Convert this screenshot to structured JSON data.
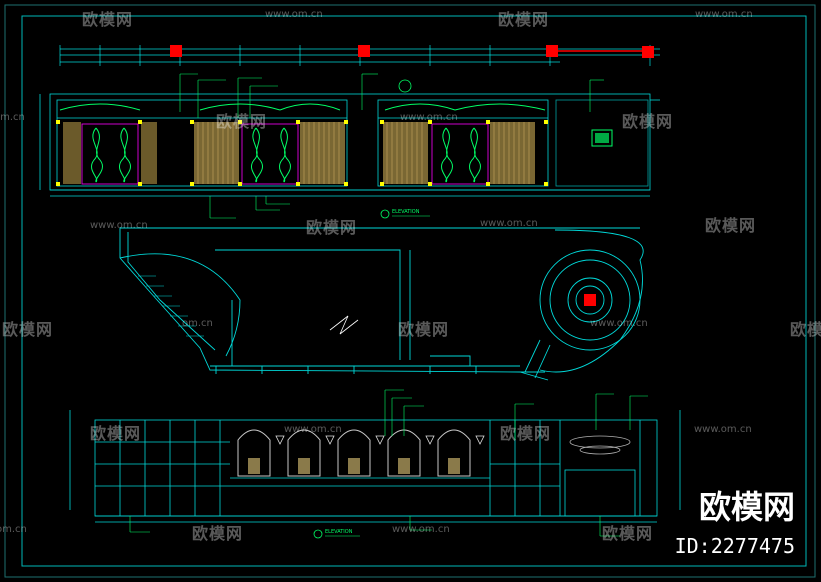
{
  "watermark": {
    "brand_cn": "欧模网",
    "url": "www.om.cn",
    "url_short": "om.cn"
  },
  "brand_badge": {
    "name": "欧模网",
    "id_text": "ID:2277475"
  },
  "elevation_labels": {
    "top": "ELEVATION",
    "bottom": "ELEVATION"
  },
  "colors": {
    "background": "#000000",
    "frame": "#00ffff",
    "ornament": "#00ff66",
    "wood": "#b49650",
    "marker": "#ff0000",
    "node": "#ffff00",
    "accent": "#ff00ff"
  }
}
